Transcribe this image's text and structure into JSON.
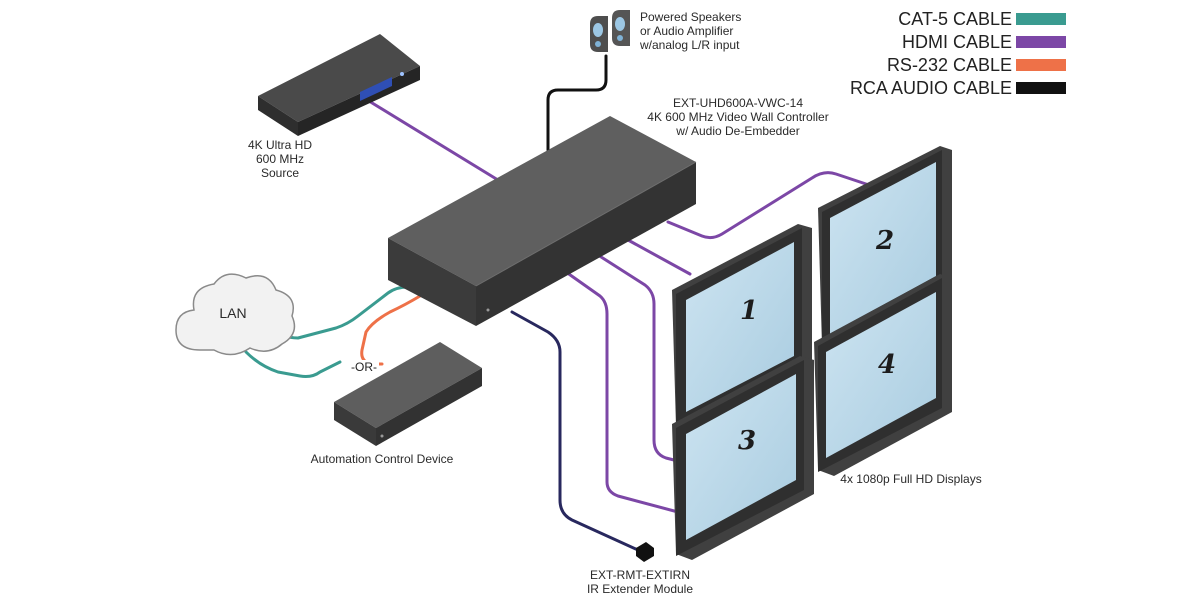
{
  "legend": [
    {
      "label": "CAT-5 CABLE",
      "color": "#3a9b90"
    },
    {
      "label": "HDMI CABLE",
      "color": "#7c47a6"
    },
    {
      "label": "RS-232 CABLE",
      "color": "#ee7148"
    },
    {
      "label": "RCA AUDIO CABLE",
      "color": "#111111"
    }
  ],
  "labels": {
    "speakers": [
      "Powered Speakers",
      "or Audio Amplifier",
      "w/analog L/R input"
    ],
    "controller": [
      "EXT-UHD600A-VWC-14",
      "4K 600 MHz Video Wall Controller",
      "w/ Audio De-Embedder"
    ],
    "source": [
      "4K Ultra HD",
      "600 MHz",
      "Source"
    ],
    "lan": "LAN",
    "or": "-OR-",
    "automation": "Automation Control Device",
    "ir_extender": [
      "EXT-RMT-EXTIRN",
      "IR Extender Module"
    ],
    "displays": "4x 1080p Full HD Displays"
  },
  "display_numbers": [
    "1",
    "2",
    "3",
    "4"
  ],
  "ir_cable_color": "#28285e"
}
